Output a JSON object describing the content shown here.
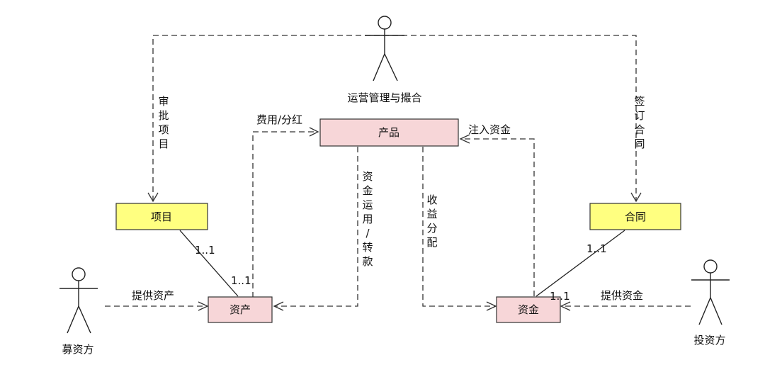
{
  "actors": {
    "operator": "运营管理与撮合",
    "fundraiser": "募资方",
    "investor": "投资方"
  },
  "entities": {
    "product": "产品",
    "project": "项目",
    "contract": "合同",
    "asset": "资产",
    "fund": "资金"
  },
  "flows": {
    "approve_project": "审批项目",
    "sign_contract": "签订合同",
    "fee_dividend": "费用/分红",
    "inject_fund": "注入资金",
    "fund_use_transfer": "资金运用/转款",
    "revenue_distribution": "收益分配",
    "provide_asset": "提供资产",
    "provide_fund": "提供资金"
  },
  "multiplicity": {
    "project_side": "1..1",
    "asset_side": "1..1",
    "contract_side": "1..1",
    "fund_side": "1..1"
  },
  "colors": {
    "pink": "#f7d6d8",
    "yellow": "#ffff80"
  }
}
